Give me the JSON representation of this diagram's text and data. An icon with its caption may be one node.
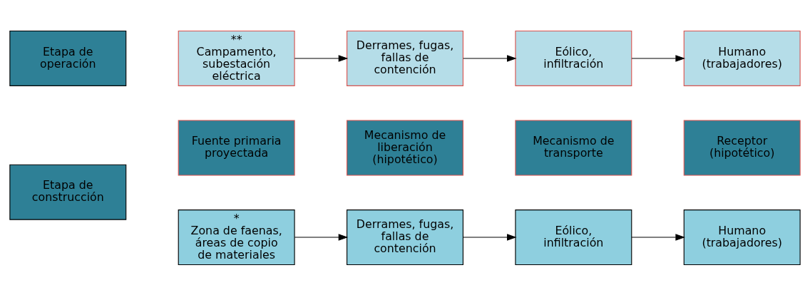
{
  "diagram": {
    "nodes": [
      {
        "text": [
          "Fuente primaria proyectada"
        ]
      },
      {
        "text": [
          "Mecanismo de liberación (hipotético)"
        ]
      },
      {
        "text": [
          "Mecanismo de transporte"
        ]
      },
      {
        "text": [
          "Receptor (hipotético)"
        ]
      },
      {
        "text": [
          "Etapa de construcción"
        ]
      },
      {
        "text": [
          "Etapa de operación"
        ]
      },
      {
        "text": [
          "*",
          "Zona de faenas, áreas de copio de materiales"
        ]
      },
      {
        "text": [
          "Derrames, fugas, fallas de contención"
        ]
      },
      {
        "text": [
          "Eólico, infiltración"
        ]
      },
      {
        "text": [
          "Humano (trabajadores)"
        ]
      },
      {
        "text": [
          "**",
          "Campamento, subestación eléctrica"
        ]
      },
      {
        "text": [
          "Derrames, fugas, fallas de contención"
        ]
      },
      {
        "text": [
          "Eólico, infiltración"
        ]
      },
      {
        "text": [
          "Humano (trabajadores)"
        ]
      }
    ],
    "edges": [
      {
        "from": 6,
        "to": 7,
        "arrow": "to"
      },
      {
        "from": 7,
        "to": 8,
        "arrow": "to"
      },
      {
        "from": 8,
        "to": 9,
        "arrow": "to"
      },
      {
        "from": 10,
        "to": 11,
        "arrow": "to"
      },
      {
        "from": 11,
        "to": 12,
        "arrow": "to"
      },
      {
        "from": 12,
        "to": 13,
        "arrow": "to"
      }
    ]
  }
}
